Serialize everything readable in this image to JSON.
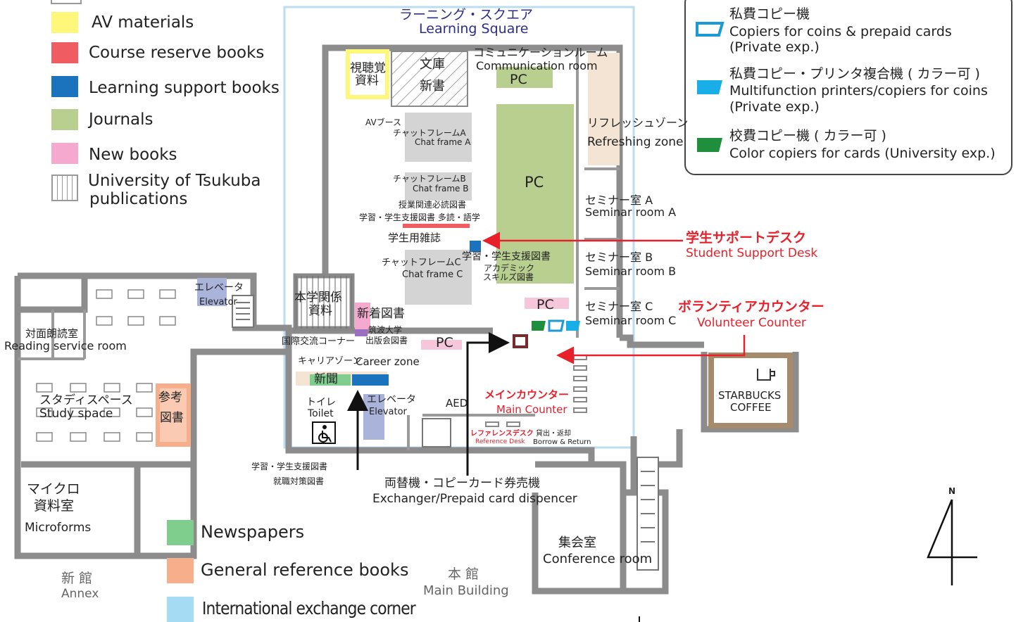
{
  "legend_top": {
    "items": [
      {
        "label": "AV materials",
        "color": "#fff77a"
      },
      {
        "label": "Course reserve books",
        "color": "#ef5c62"
      },
      {
        "label": "Learning support books",
        "color": "#1c73bd"
      },
      {
        "label": "Journals",
        "color": "#b8cf8f"
      },
      {
        "label": "New books",
        "color": "#f6a9cf"
      },
      {
        "label": "University of Tsukuba publications",
        "label_line1": "University of Tsukuba",
        "label_line2": "publications",
        "color": "#ffffff"
      }
    ]
  },
  "legend_bottom": {
    "items": [
      {
        "label": "Newspapers",
        "color": "#7fce8e"
      },
      {
        "label": "General reference books",
        "color": "#f7ae8a"
      },
      {
        "label": "International exchange corner",
        "color": "#a6dcf3"
      }
    ]
  },
  "copier_legend": {
    "items": [
      {
        "jp": "私費コピー機",
        "en1": "Copiers for coins & prepaid cards",
        "en2": "(Private exp.)",
        "icon": "copier-outline-icon",
        "color": "#1c9ad6"
      },
      {
        "jp": "私費コピー・プリンタ複合機 ( カラー可 )",
        "en1": "Multifunction printers/copiers for coins",
        "en2": "(Private exp.)",
        "icon": "copier-filled-blue-icon",
        "color": "#19aee8"
      },
      {
        "jp": "校費コピー機 ( カラー可 )",
        "en1": "Color copiers for cards (University exp.)",
        "en2": "",
        "icon": "copier-filled-green-icon",
        "color": "#1f8f3e"
      }
    ]
  },
  "areas": {
    "learning_square_jp": "ラーニング・スクエア",
    "learning_square_en": "Learning Square",
    "av_jp1": "視聴覚",
    "av_jp2": "資料",
    "bunko1": "文庫",
    "bunko2": "新書",
    "comm_jp": "コミュニケーションルーム",
    "comm_en": "Communication room",
    "pc": "PC",
    "av_booth": "AVブース",
    "chat_a_jp": "チャットフレームA",
    "chat_a_en": "Chat frame A",
    "chat_b_jp": "チャットフレームB",
    "chat_b_en": "Chat frame B",
    "chat_c_jp": "チャットフレームC",
    "chat_c_en": "Chat frame C",
    "refresh_jp": "リフレッシュゾーン",
    "refresh_en": "Refreshing zone",
    "course_reserve_jp": "授業関連必読図書",
    "multi_read_jp": "学習・学生支援図書 多読・語学",
    "student_journals_jp": "学生用雑誌",
    "support_books_jp": "学習・学生支援図書",
    "academic_jp1": "アカデミック",
    "academic_jp2": "スキルズ図書",
    "seminar_a_jp": "セミナー室 A",
    "seminar_a_en": "Seminar room A",
    "seminar_b_jp": "セミナー室 B",
    "seminar_b_en": "Seminar room B",
    "seminar_c_jp": "セミナー室 C",
    "seminar_c_en": "Seminar room C",
    "univ_pub_jp1": "本学関係",
    "univ_pub_jp2": "資料",
    "new_books_jp": "新着図書",
    "tsukuba_press1": "筑波大学",
    "tsukuba_press2": "出版会図書",
    "intl_jp": "国際交流コーナー",
    "career_jp": "キャリアゾーン",
    "career_en": "Career zone",
    "newspaper_jp": "新聞",
    "elevator_jp": "エレベータ",
    "elevator_en": "Elevator",
    "toilet_jp": "トイレ",
    "toilet_en": "Toilet",
    "aed": "AED",
    "main_counter_jp": "メインカウンター",
    "main_counter_en": "Main Counter",
    "reference_jp": "レファレンスデスク",
    "reference_en": "Reference Desk",
    "borrow_jp": "貸出・返却",
    "borrow_en": "Borrow & Return",
    "reading_service_jp": "対面朗読室",
    "reading_service_en": "Reading service room",
    "study_jp": "スタディスペース",
    "study_en": "Study space",
    "ref_books_jp1": "参考",
    "ref_books_jp2": "図書",
    "micro_jp1": "マイクロ",
    "micro_jp2": "資料室",
    "micro_en": "Microforms",
    "annex_jp": "新 館",
    "annex_en": "Annex",
    "main_bldg_jp": "本 館",
    "main_bldg_en": "Main Building",
    "conference_jp": "集会室",
    "conference_en": "Conference room",
    "starbucks1": "STARBUCKS",
    "starbucks2": "COFFEE",
    "north": "N",
    "floor": "4"
  },
  "callouts": {
    "student_support_jp": "学生サポートデスク",
    "student_support_en": "Student Support Desk",
    "volunteer_jp": "ボランティアカウンター",
    "volunteer_en": "Volunteer Counter",
    "career_support1": "学習・学生支援図書",
    "career_support2": "就職対策図書",
    "exchanger_jp": "両替機・コピーカード券売機",
    "exchanger_en": "Exchanger/Prepaid card dispencer"
  }
}
